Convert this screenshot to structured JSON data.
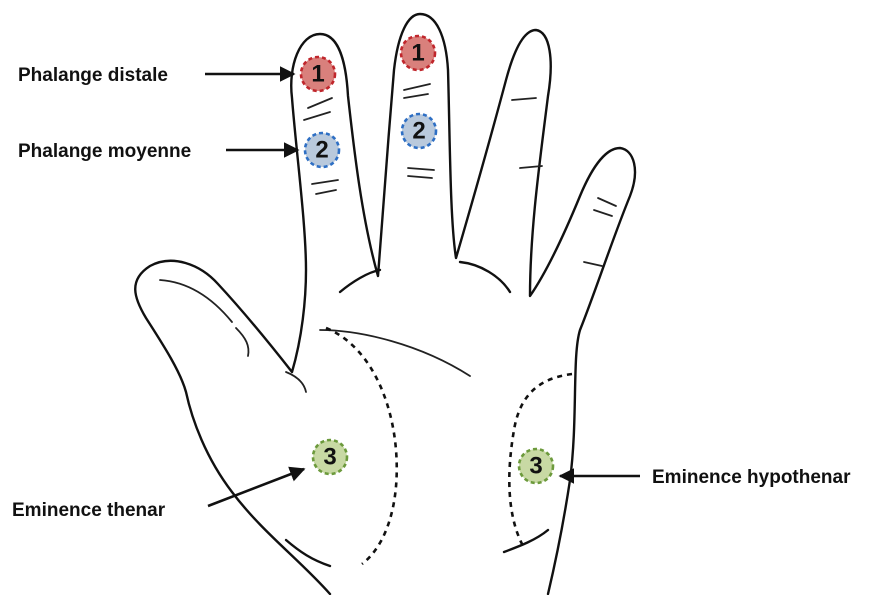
{
  "labels": {
    "distal_phalanx": "Phalange distale",
    "middle_phalanx": "Phalange moyenne",
    "thenar_eminence": "Eminence thenar",
    "hypothenar_eminence": "Eminence hypothenar"
  },
  "markers": {
    "distal_index": "1",
    "distal_middle": "1",
    "middle_index": "2",
    "middle_middle": "2",
    "thenar": "3",
    "hypothenar": "3"
  },
  "colors": {
    "distal_fill": "#d9807c",
    "distal_stroke": "#c0262c",
    "middle_fill": "#b9c9dc",
    "middle_stroke": "#2e6fc4",
    "eminence_fill": "#c8d9a4",
    "eminence_stroke": "#6c9a3c"
  }
}
